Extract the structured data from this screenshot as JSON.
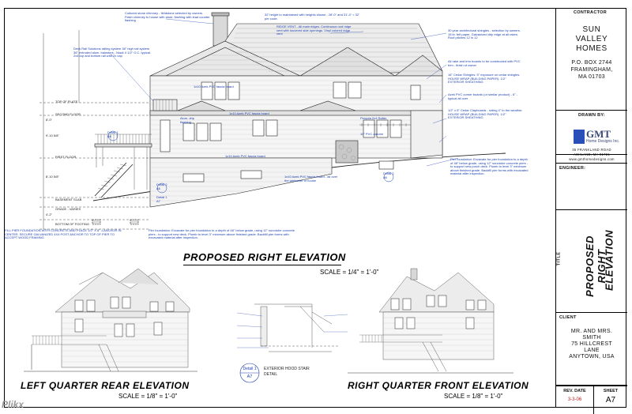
{
  "main": {
    "title": "PROPOSED RIGHT ELEVATION",
    "scale": "SCALE = 1/4\" = 1'-0\"",
    "levels": {
      "top_of_plate": "TOP OF PLATE",
      "second_floor": "SECOND FLOOR",
      "first_floor": "FIRST FLOOR",
      "basement_slab": "BASEMENT SLAB",
      "grade_varies": "GRADE - VARIES",
      "bottom_of_footing": "BOTTOM OF FOOTING"
    },
    "dims": {
      "d1": "8'-0\"",
      "d2": "9'-10 5/8\"",
      "d3": "8'-10 5/8\"",
      "d4": "4'-2\""
    },
    "notes": {
      "chimney": "Cultured stone chimney - fieldstone selected by owners. Flash chimney to house with alum. flashing with lead counter flashing",
      "height": "32' height to maintained with heights shown - 28'-0\" and 31'-4\" < 32' per code.",
      "ridge_vent": "RIDGE VENT - All main ridges. Continuous roof ridge vent with louvered side openings. Vinyl colored ridge vent",
      "shingles": "30 year architectural shingles - selection by owners. 15 lb. felt paper. Galvanized drip edge at all rakes. Roof pitches 12 in 12",
      "rail": "Deck Rail Solutions railing system 36\" high rail system 36\" extruded alum. balusters - black 4 1/2\" O.C. typical. 2x4 top and bottom rail with 2x cap",
      "trim": "All rake and trim boards to be constructed with PVC trim - finish of owner",
      "cedar": "16\" Cedar Shingles. 5\" exposure on cedar shingles. HOUSE WRAP (BUILDING PAPER). 1/2\" EXTERIOR SHEATHING",
      "azek": "Azek PVC corner boards (or similar product) - 6\" - typical all over",
      "clapboard": "1/2\" x 6\" Cedar Clapboards - siding 4\" to the weather. HOUSE WRAP (BUILDING PAPER). 1/2\" EXTERIOR SHEATHING",
      "pier": "Pier foundation: Excavate for pier foundation to a depth of 48\" below grade, using 12\" sonotube concrete piers - to support new deck. Plumb to level 3\" minimum above finished grade. Backfill pier forms with excavated material after inspection.",
      "pier_note": "FILL PIER FOUNDATION WITH CONCRETE AND PLACE 1/2\" X 8\" J-ANCHOR IN CENTER. SECURE GALVANIZED 4X4 POST ANCHOR TO TOP OF PIER TO ACCEPT WOOD FRAMING",
      "pier_right": "Pier foundation: Excavate for pier foundation to a depth of 48\" below grade, using 12\" sonotube concrete piers - to support new porch deck. Plumb to level 3\" minimum above finished grade. Backfill pier forms with excavated material after inspection.",
      "fascia_top": "1x10 Azek PVC fascia board",
      "fascia_mid": "1x10 Azek PVC fascia board",
      "fascia_low": "1x10 Azek PVC fascia board",
      "pergola": "Pergola 2x4 Rafter",
      "col": "10\" PVC column",
      "alum_flash": "Alum. drip flashing",
      "pvc": "1x10 Azek PVC fascia board - all over the perimeter of house",
      "detail1": "Detail 1 A6",
      "detail2": "Detail 2 A6",
      "detail3": "Detail 2 A6",
      "detail4": "Detail 1 A7"
    }
  },
  "left_view": {
    "title": "LEFT QUARTER REAR ELEVATION",
    "scale": "SCALE = 1/8\" = 1'-0\""
  },
  "right_view": {
    "title": "RIGHT QUARTER FRONT ELEVATION",
    "scale": "SCALE = 1/8\" = 1'-0\""
  },
  "detail": {
    "bubble_top": "Detail 1",
    "bubble_bottom": "A7",
    "caption_1": "EXTERIOR HOOD STAIR",
    "caption_2": "DETAIL"
  },
  "titleblock": {
    "contractor_label": "CONTRACTOR",
    "company_1": "SUN",
    "company_2": "VALLEY",
    "company_3": "HOMES",
    "addr_1": "P.O. BOX 2744",
    "addr_2": "FRAMINGHAM,",
    "addr_3": "MA 01703",
    "drawn_by_label": "DRAWN BY:",
    "logo_text": "GMT",
    "logo_sub": "Home Designs Inc.",
    "drawn_addr_1": "35 FRANKLAND ROAD",
    "drawn_addr_2": "ASHLAND, MA 01721",
    "drawn_addr_3": "www.gmthomedesigns.com",
    "engineer_label": "ENGINEER:",
    "title_label": "TITLE",
    "title_1": "PROPOSED RIGHT",
    "title_2": "ELEVATION",
    "client_label": "CLIENT",
    "client_1": "MR. AND MRS.",
    "client_2": "SMITH",
    "client_3": "75 HILLCREST",
    "client_4": "LANE",
    "client_5": "ANYTOWN, USA",
    "rev_label": "REV. DATE",
    "rev_value": "3-3-06",
    "sheet_label": "SHEET",
    "sheet_value": "A7"
  },
  "watermark": "Plikx"
}
